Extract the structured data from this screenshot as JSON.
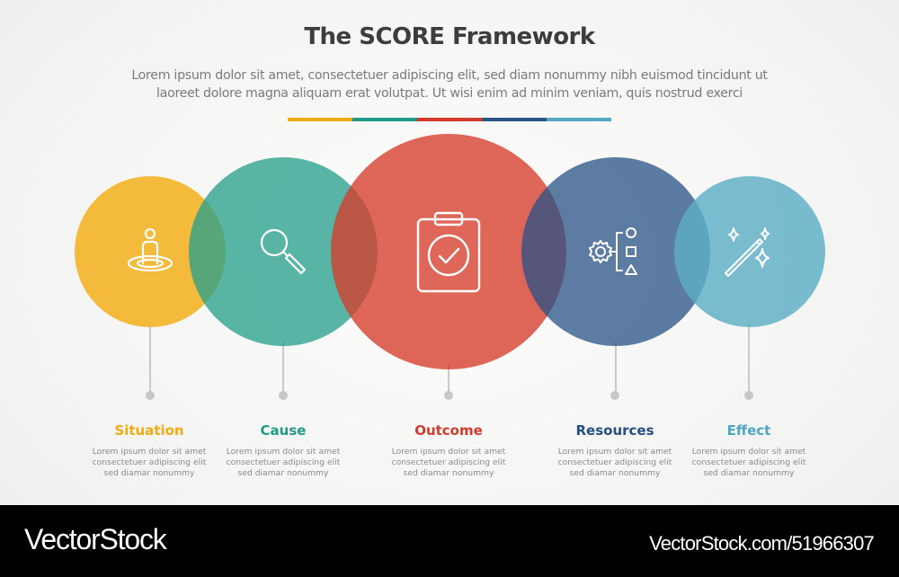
{
  "header": {
    "title": "The SCORE Framework",
    "subtitle_lines": [
      "Lorem ipsum dolor sit amet, consectetuer adipiscing elit, sed diam nonummy nibh euismod tincidunt ut",
      "laoreet dolore magna aliquam erat volutpat. Ut wisi enim ad minim veniam, quis nostrud exerci"
    ]
  },
  "colors": {
    "situation": "#f2b632",
    "cause": "#3ea898",
    "outcome": "#d9483a",
    "resources": "#2e5a8c",
    "effect": "#5eafc6",
    "bar": [
      "#f0aa12",
      "#219b87",
      "#d33a2c",
      "#2b5585",
      "#55a8c2"
    ]
  },
  "steps": [
    {
      "key": "situation",
      "label": "Situation",
      "icon": "person-on-target-icon",
      "label_color": "#f0aa12",
      "desc": [
        "Lorem ipsum dolor sit amet",
        "consectetuer adipiscing elit",
        "sed diamar nonummy"
      ]
    },
    {
      "key": "cause",
      "label": "Cause",
      "icon": "magnifier-icon",
      "label_color": "#1f9a85",
      "desc": [
        "Lorem ipsum dolor sit amet",
        "consectetuer adipiscing elit",
        "sed diamar nonummy"
      ]
    },
    {
      "key": "outcome",
      "label": "Outcome",
      "icon": "clipboard-check-icon",
      "label_color": "#d33a2c",
      "desc": [
        "Lorem ipsum dolor sit amet",
        "consectetuer adipiscing elit",
        "sed diamar nonummy"
      ]
    },
    {
      "key": "resources",
      "label": "Resources",
      "icon": "gear-hierarchy-icon",
      "label_color": "#254f80",
      "desc": [
        "Lorem ipsum dolor sit amet",
        "consectetuer adipiscing elit",
        "sed diamar nonummy"
      ]
    },
    {
      "key": "effect",
      "label": "Effect",
      "icon": "magic-wand-icon",
      "label_color": "#4fa6bf",
      "desc": [
        "Lorem ipsum dolor sit amet",
        "consectetuer adipiscing elit",
        "sed diamar nonummy"
      ]
    }
  ],
  "footer": {
    "logo": "VectorStock",
    "url": "VectorStock.com/51966307"
  }
}
